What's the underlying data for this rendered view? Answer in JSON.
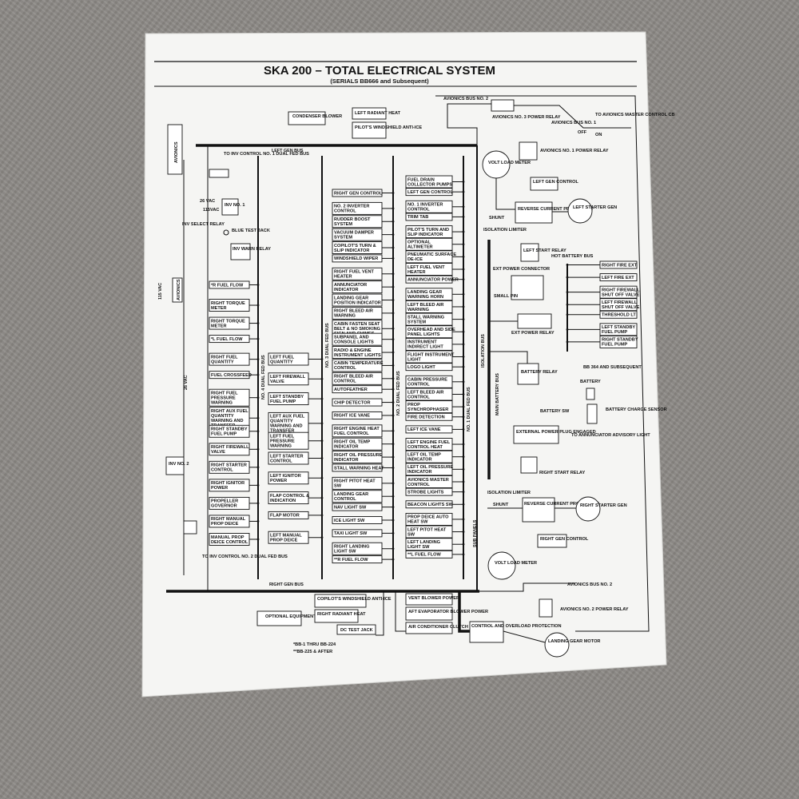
{
  "diagram": {
    "title": "SKA 200 – TOTAL ELECTRICAL SYSTEM",
    "subtitle": "(SERIALS BB666 and Subsequent)",
    "footnotes": [
      "*BB-1 THRU BB-224",
      "**BB-225 & AFTER"
    ],
    "bus_labels": {
      "left_gen_bus": "LEFT GEN BUS",
      "right_gen_bus": "RIGHT GEN BUS",
      "no4": "NO. 4 DUAL FED BUS",
      "no3": "NO. 3 DUAL FED BUS",
      "no2": "NO. 2 DUAL FED BUS",
      "no1": "NO. 1 DUAL FED BUS",
      "isolation": "ISOLATION BUS",
      "main_battery": "MAIN BATTERY BUS",
      "sub_panels": "SUB PANELS",
      "hot_battery": "HOT BATTERY BUS",
      "vac115": "115 VAC",
      "vac26": "26 VAC"
    },
    "left_column": [
      "*R FUEL FLOW",
      "RIGHT TORQUE METER",
      "RIGHT TORQUE METER",
      "*L FUEL FLOW",
      "RIGHT FUEL QUANTITY",
      "FUEL CROSSFEED",
      "RIGHT FUEL PRESSURE WARNING",
      "RIGHT AUX FUEL QUANTITY WARNING AND TRANSFER",
      "RIGHT STANDBY FUEL PUMP",
      "RIGHT FIREWALL VALVE",
      "RIGHT STARTER CONTROL",
      "RIGHT IGNITOR POWER",
      "PROPELLER GOVERNOR",
      "RIGHT MANUAL PROP DEICE",
      "MANUAL PROP DEICE CONTROL"
    ],
    "col2": [
      "LEFT FUEL QUANTITY",
      "LEFT FIREWALL VALVE",
      "LEFT STANDBY FUEL PUMP",
      "LEFT AUX FUEL QUANTITY WARNING AND TRANSFER",
      "LEFT FUEL PRESSURE WARNING",
      "LEFT STARTER CONTROL",
      "LEFT IGNITOR POWER",
      "FLAP CONTROL & INDICATION",
      "FLAP MOTOR",
      "LEFT MANUAL PROP DEICE"
    ],
    "col3": [
      "RIGHT GEN CONTROL",
      "NO. 2 INVERTER CONTROL",
      "RUDDER BOOST SYSTEM",
      "VACUUM DAMPER SYSTEM",
      "COPILOT'S TURN & SLIP INDICATOR",
      "WINDSHIELD WIPER",
      "RIGHT FUEL VENT HEATER",
      "ANNUNCIATOR INDICATOR",
      "LANDING GEAR POSITION INDICATOR",
      "RIGHT BLEED AIR WARNING",
      "CABIN FASTEN SEAT BELT & NO SMOKING SIGN AND CHIMES",
      "SUBPANEL AND CONSOLE LIGHTS",
      "RADIO & ENGINE INSTRUMENT LIGHTS",
      "CABIN TEMPERATURE CONTROL",
      "RIGHT BLEED AIR CONTROL",
      "AUTOFEATHER",
      "CHIP DETECTOR",
      "RIGHT ICE VANE",
      "RIGHT ENGINE HEAT FUEL CONTROL",
      "RIGHT OIL TEMP INDICATOR",
      "RIGHT OIL PRESSURE INDICATOR",
      "STALL WARNING HEAT",
      "RIGHT PITOT HEAT SW",
      "LANDING GEAR CONTROL",
      "NAV LIGHT SW",
      "ICE LIGHT SW",
      "TAXI LIGHT SW",
      "RIGHT LANDING LIGHT SW",
      "**R FUEL FLOW"
    ],
    "col4": [
      "FUEL DRAIN COLLECTOR PUMPS",
      "LEFT GEN CONTROL",
      "NO. 1 INVERTER CONTROL",
      "TRIM TAB",
      "PILOT'S TURN AND SLIP INDICATOR",
      "OPTIONAL ALTIMETER",
      "PNEUMATIC SURFACE DE-ICE",
      "LEFT FUEL VENT HEATER",
      "ANNUNCIATOR POWER",
      "LANDING GEAR WARNING HORN",
      "LEFT BLEED AIR WARNING",
      "STALL WARNING SYSTEM",
      "OVERHEAD AND SIDE PANEL LIGHTS",
      "INSTRUMENT INDIRECT LIGHT",
      "FLIGHT INSTRUMENT LIGHT",
      "LOGO LIGHT",
      "CABIN PRESSURE CONTROL",
      "LEFT BLEED AIR CONTROL",
      "PROP SYNCHROPHASER",
      "FIRE DETECTION",
      "LEFT ICE VANE",
      "LEFT ENGINE FUEL CONTROL HEAT",
      "LEFT OIL TEMP INDICATOR",
      "LEFT OIL PRESSURE INDICATOR",
      "AVIONICS MASTER CONTROL",
      "STROBE LIGHTS",
      "BEACON LIGHTS SW",
      "PROP DEICE AUTO HEAT SW",
      "LEFT PITOT HEAT SW",
      "LEFT LANDING LIGHT SW",
      "**L FUEL FLOW"
    ],
    "right_side": {
      "condenser": "CONDENSER BLOWER",
      "radiant": "LEFT RADIANT HEAT",
      "pilot_ws": "PILOT'S WINDSHIELD ANTI-ICE",
      "avionics_bus2_top": "AVIONICS BUS NO. 2",
      "relay3": "AVIONICS NO. 3 POWER RELAY",
      "avionics_bus1": "AVIONICS BUS NO. 1",
      "to_master": "TO AVIONICS MASTER CONTROL CB",
      "off": "OFF",
      "on": "ON",
      "relay1": "AVIONICS NO. 1 POWER RELAY",
      "volt_left": "VOLT LOAD METER",
      "left_gen_control": "LEFT GEN CONTROL",
      "reverse_left": "REVERSE CURRENT PROTECTION",
      "left_starter_gen": "LEFT STARTER GEN",
      "shunt": "SHUNT",
      "iso_limiter": "ISOLATION LIMITER",
      "left_start_relay": "LEFT START RELAY",
      "hot_battery_bus": "HOT BATTERY BUS",
      "ext_power_connector": "EXT POWER CONNECTOR",
      "small_pin": "SMALL PIN",
      "ext_power_relay": "EXT POWER RELAY",
      "battery_relay": "BATTERY RELAY",
      "bb364": "BB 364 AND SUBSEQUENT",
      "battery": "BATTERY",
      "battery_sw": "BATTERY SW",
      "battery_charge_sensor": "BATTERY CHARGE SENSOR",
      "external_power_plug": "EXTERNAL POWER PLUG ENGAGED",
      "to_annunciator": "TO ANNUNCIATOR ADVISORY LIGHT",
      "right_start_relay": "RIGHT START RELAY",
      "reverse_right": "REVERSE CURRENT PROTECTION",
      "right_starter_gen": "RIGHT STARTER GEN",
      "right_gen_control": "RIGHT GEN CONTROL",
      "volt_right": "VOLT LOAD METER",
      "avionics_bus2_bottom": "AVIONICS BUS NO. 2",
      "relay2": "AVIONICS NO. 2 POWER RELAY",
      "control_overload": "CONTROL AND OVERLOAD PROTECTION",
      "landing_gear_motor": "LANDING GEAR MOTOR"
    },
    "hot_battery_items": [
      "RIGHT FIRE EXT",
      "LEFT FIRE EXT",
      "RIGHT FIREWALL SHUT OFF VALVE",
      "LEFT FIREWALL SHUT OFF VALVE",
      "THRESHOLD LT",
      "LEFT STANDBY FUEL PUMP",
      "RIGHT STANDBY FUEL PUMP"
    ],
    "left_misc": {
      "avionics_v": "AVIONICS",
      "to_inv1": "TO INV CONTROL NO. 1 DUAL FED BUS",
      "inv1": "INV NO. 1",
      "v26": "26 VAC",
      "v115": "115VAC",
      "inv_select": "INV SELECT RELAY",
      "blue_test": "BLUE TEST JACK",
      "inv_warn": "INV WARN RELAY",
      "avionics_v2": "AVIONICS",
      "inv2": "INV NO. 2",
      "to_inv2": "TO INV CONTROL NO. 2 DUAL FED BUS"
    },
    "bottom_items": {
      "optional": "OPTIONAL EQUIPMENT",
      "copilot_ws": "COPILOT'S WINDSHIELD ANTI-ICE",
      "right_radiant": "RIGHT RADIANT HEAT",
      "dc_test": "DC TEST JACK",
      "vent": "VENT BLOWER POWER",
      "aft_evap": "AFT EVAPORATOR BLOWER POWER",
      "aircon": "AIR CONDITIONER CLUTCH"
    }
  }
}
